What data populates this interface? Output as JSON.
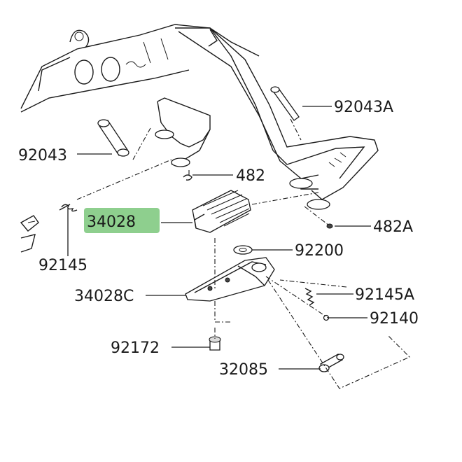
{
  "colors": {
    "highlight_fill": "#8ecf8e",
    "line": "#1a1a1a",
    "background": "#ffffff"
  },
  "parts": [
    {
      "id": "92043A",
      "label": "92043A"
    },
    {
      "id": "92043",
      "label": "92043"
    },
    {
      "id": "482",
      "label": "482"
    },
    {
      "id": "34028",
      "label": "34028",
      "highlighted": true
    },
    {
      "id": "482A",
      "label": "482A"
    },
    {
      "id": "92145",
      "label": "92145"
    },
    {
      "id": "92200",
      "label": "92200"
    },
    {
      "id": "34028C",
      "label": "34028C"
    },
    {
      "id": "92145A",
      "label": "92145A"
    },
    {
      "id": "92140",
      "label": "92140"
    },
    {
      "id": "92172",
      "label": "92172"
    },
    {
      "id": "32085",
      "label": "32085"
    }
  ]
}
